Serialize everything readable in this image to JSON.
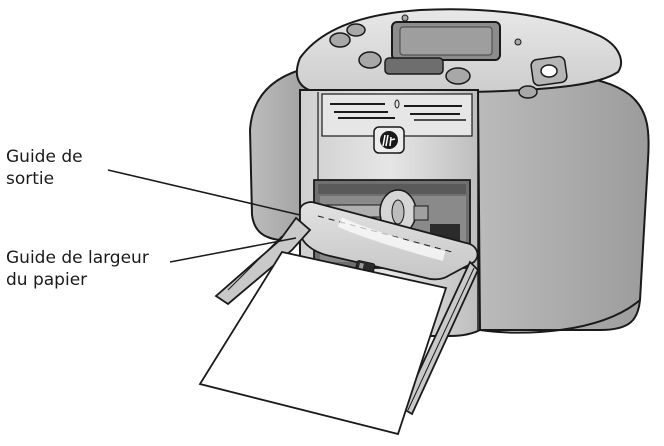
{
  "labels": {
    "output_guide": {
      "line1": "Guide de",
      "line2": "sortie"
    },
    "paper_width_guide": {
      "line1": "Guide de largeur",
      "line2": "du papier"
    }
  },
  "colors": {
    "body": "#d9d9d9",
    "body_dark": "#a8a8a8",
    "body_light": "#eeeeee",
    "outline": "#1a1a1a",
    "screen": "#8c8c8c",
    "paper": "#ffffff",
    "logo": "#1a1a1a"
  }
}
